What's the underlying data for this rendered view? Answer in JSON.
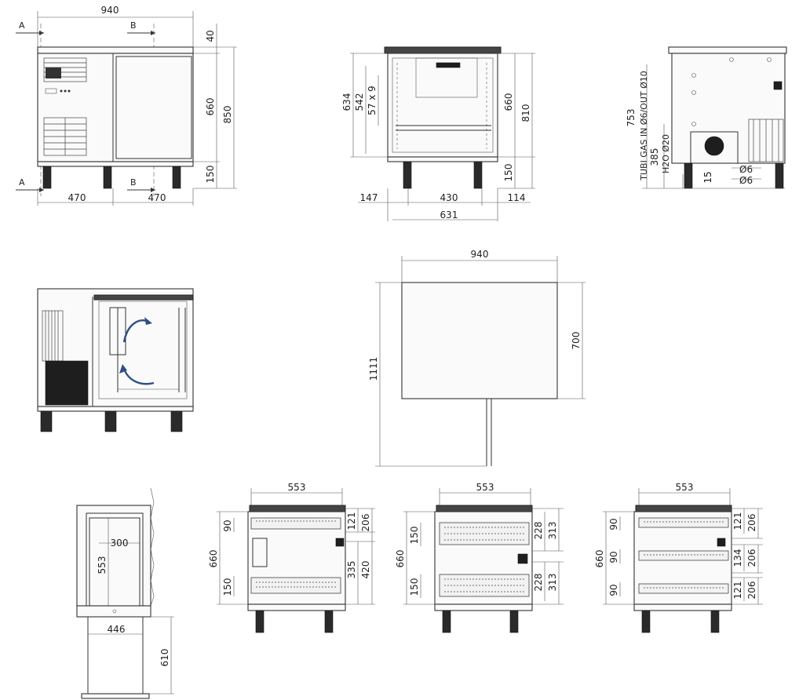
{
  "front_view": {
    "overall_width": "940",
    "top_height": "40",
    "body_height": "660",
    "overall_height": "850",
    "leg_height": "150",
    "left_half": "470",
    "right_half": "470",
    "section_a": "A",
    "section_b": "B"
  },
  "side_view": {
    "interior_height": "634",
    "shelf_height": "542",
    "rail_spec": "57 x 9",
    "body_height": "660",
    "total_height": "810",
    "leg_height": "150",
    "left_offset": "147",
    "middle_width": "430",
    "right_offset": "114",
    "depth": "631"
  },
  "rear_view": {
    "gas_label": "TUBI GAS IN Ø6/OUT Ø10",
    "height_753": "753",
    "height_385": "385",
    "water_label": "H2O Ø20",
    "val_15": "15",
    "dia_6a": "Ø6",
    "dia_6b": "Ø6"
  },
  "plan_view": {
    "width": "940",
    "depth": "700",
    "door_swing": "1111"
  },
  "cross_section": {
    "inner_width": "300",
    "inner_height": "553",
    "lower_width": "446",
    "lower_height": "610"
  },
  "drawer_config_1": {
    "width": "553",
    "body_height": "660",
    "front_90": "90",
    "front_150": "150",
    "d121": "121",
    "d206": "206",
    "d335": "335",
    "d420": "420"
  },
  "drawer_config_2": {
    "width": "553",
    "body_height": "660",
    "front_150a": "150",
    "front_150b": "150",
    "d228a": "228",
    "d313a": "313",
    "d228b": "228",
    "d313b": "313"
  },
  "drawer_config_3": {
    "width": "553",
    "body_height": "660",
    "front_90a": "90",
    "front_90b": "90",
    "front_90c": "90",
    "d121a": "121",
    "d206a": "206",
    "d134": "134",
    "d206b": "206",
    "d121b": "121",
    "d206c": "206"
  }
}
